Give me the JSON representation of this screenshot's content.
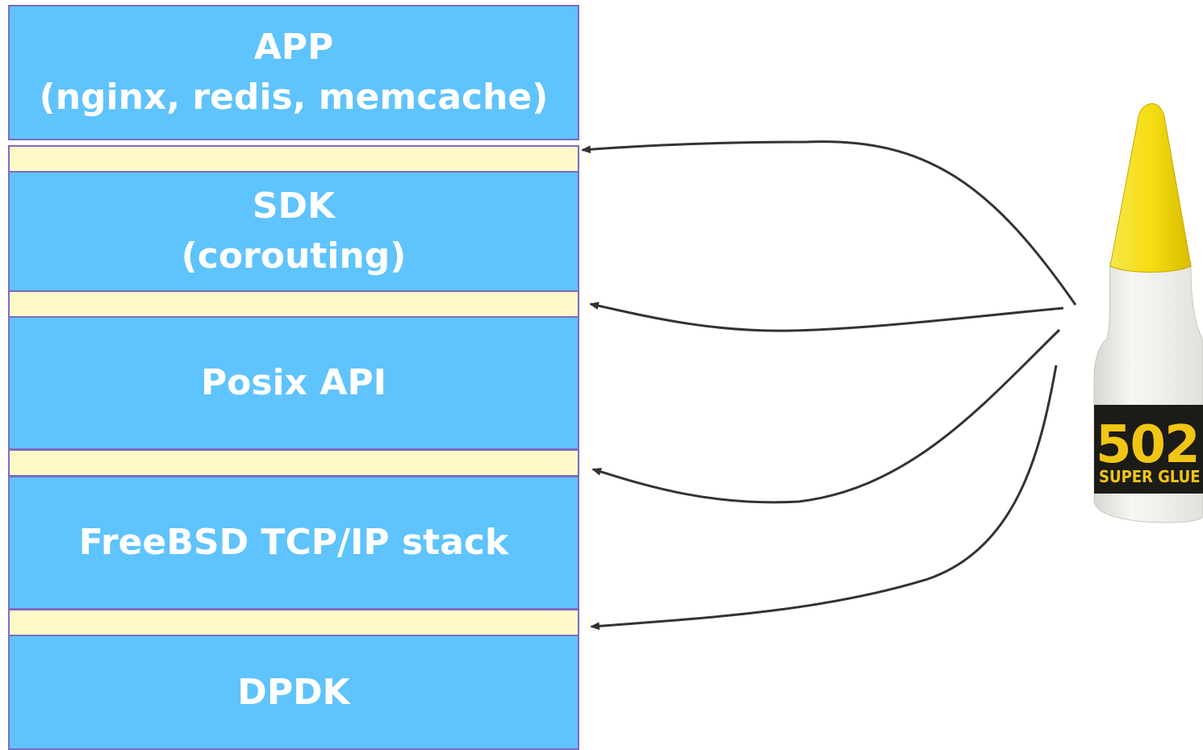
{
  "layers": [
    {
      "title": "APP",
      "subtitle": "(nginx, redis, memcache)"
    },
    {
      "title": "SDK",
      "subtitle": "(corouting)"
    },
    {
      "title": "Posix API"
    },
    {
      "title": "FreeBSD TCP/IP stack"
    },
    {
      "title": "DPDK"
    }
  ],
  "glue_bottle": {
    "number": "502",
    "label": "SUPER GLUE",
    "cap_color": "#f5dd12",
    "bottle_color": "#eeeeea",
    "label_color": "#1b1b18",
    "number_color": "#f1c513"
  },
  "colors": {
    "layer_fill": "#5fc3fd",
    "glue_layer_fill": "#fdf8c8",
    "border": "#7f6bc0",
    "arrow": "#333333"
  }
}
